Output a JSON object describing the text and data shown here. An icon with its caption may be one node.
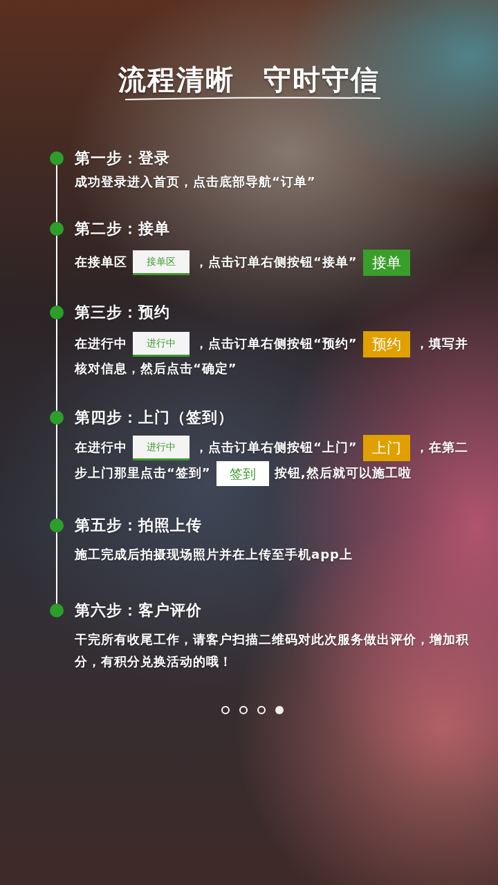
{
  "diagram": {
    "title": "流程清晰　守时守信",
    "nodes": [
      {
        "text": [],
        "shape": "circle",
        "beside": [
          "第一步：登录"
        ]
      },
      {
        "text": [],
        "shape": "circle",
        "beside": [
          "第二步：接单"
        ]
      },
      {
        "text": [],
        "shape": "circle",
        "beside": [
          "第三步：预约"
        ]
      },
      {
        "text": [],
        "shape": "circle",
        "beside": [
          "第四步：上门（签到）"
        ]
      },
      {
        "text": [],
        "shape": "circle",
        "beside": [
          "第五步：拍照上传"
        ]
      },
      {
        "text": [],
        "shape": "circle",
        "beside": [
          "第六步：客户评价"
        ]
      },
      {
        "text": [
          "接单区"
        ]
      },
      {
        "text": [
          "接单"
        ]
      },
      {
        "text": [
          "进行中"
        ]
      },
      {
        "text": [
          "预约"
        ]
      },
      {
        "text": [
          "进行中"
        ]
      },
      {
        "text": [
          "上门"
        ]
      },
      {
        "text": [
          "签到"
        ]
      }
    ],
    "edges": [
      {
        "from": 0,
        "to": 1,
        "arrow": "none"
      },
      {
        "from": 1,
        "to": 2,
        "arrow": "none"
      },
      {
        "from": 2,
        "to": 3,
        "arrow": "none"
      },
      {
        "from": 3,
        "to": 4,
        "arrow": "none"
      },
      {
        "from": 4,
        "to": 5,
        "arrow": "none"
      }
    ],
    "labels": [
      "成功登录进入首页，点击底部导航“订单”",
      "在接单区",
      "，点击订单右侧按钮“接单”",
      "在进行中",
      "，点击订单右侧按钮“预约”",
      "，填写并核对信息，然后点击“确定”",
      "在进行中",
      "，点击订单右侧按钮“上门”",
      "，在第二步上门那里点击“签到”",
      "按钮,然后就可以施工啦",
      "施工完成后拍摄现场照片并在上传至手机app上",
      "干完所有收尾工作，请客户扫描二维码对此次服务做出评价，增加积分，有积分兑换活动的哦！"
    ]
  }
}
